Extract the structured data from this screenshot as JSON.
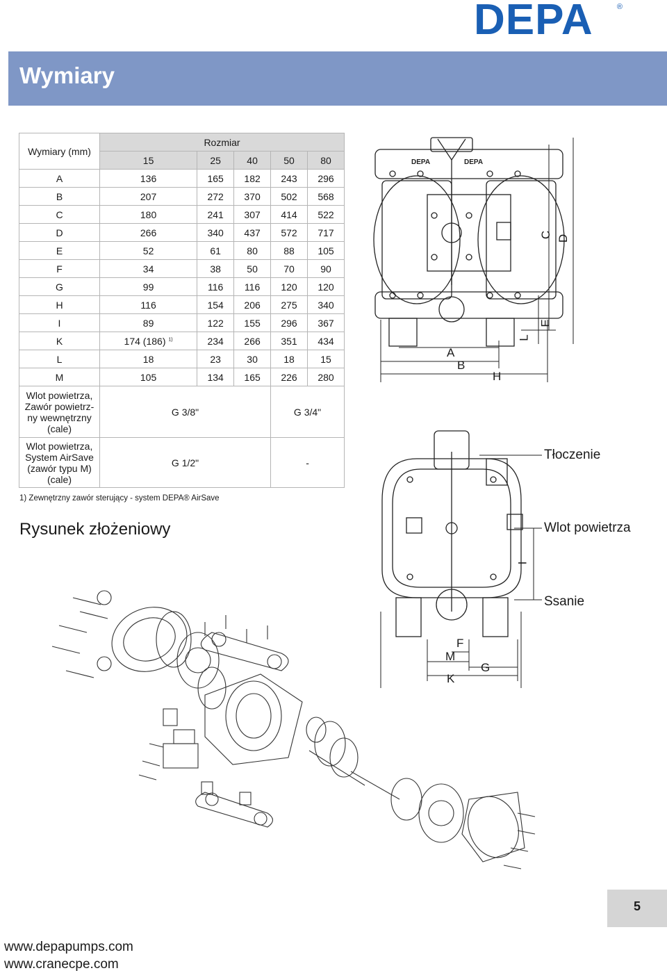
{
  "brand": {
    "name": "DEPA",
    "registered": "®",
    "color": "#1a5fb4"
  },
  "banner": {
    "title": "Wymiary",
    "color": "#7f97c6"
  },
  "table": {
    "corner_label": "Wymiary (mm)",
    "group_label": "Rozmiar",
    "sizes": [
      "15",
      "25",
      "40",
      "50",
      "80"
    ],
    "rows": [
      {
        "label": "A",
        "values": [
          "136",
          "165",
          "182",
          "243",
          "296"
        ]
      },
      {
        "label": "B",
        "values": [
          "207",
          "272",
          "370",
          "502",
          "568"
        ]
      },
      {
        "label": "C",
        "values": [
          "180",
          "241",
          "307",
          "414",
          "522"
        ]
      },
      {
        "label": "D",
        "values": [
          "266",
          "340",
          "437",
          "572",
          "717"
        ]
      },
      {
        "label": "E",
        "values": [
          "52",
          "61",
          "80",
          "88",
          "105"
        ]
      },
      {
        "label": "F",
        "values": [
          "34",
          "38",
          "50",
          "70",
          "90"
        ]
      },
      {
        "label": "G",
        "values": [
          "99",
          "116",
          "116",
          "120",
          "120"
        ]
      },
      {
        "label": "H",
        "values": [
          "116",
          "154",
          "206",
          "275",
          "340"
        ]
      },
      {
        "label": "I",
        "values": [
          "89",
          "122",
          "155",
          "296",
          "367"
        ]
      },
      {
        "label": "K",
        "values": [
          "174 (186)",
          "234",
          "266",
          "351",
          "434"
        ],
        "first_note": "1)"
      },
      {
        "label": "L",
        "values": [
          "18",
          "23",
          "30",
          "18",
          "15"
        ]
      },
      {
        "label": "M",
        "values": [
          "105",
          "134",
          "165",
          "226",
          "280"
        ]
      }
    ],
    "air_inlet_internal": {
      "label_lines": [
        "Wlot powietrza,",
        "Zawór powietrz-",
        "ny wewnętrzny",
        "(cale)"
      ],
      "small": "G 3/8\"",
      "large": "G 3/4\""
    },
    "air_inlet_airsave": {
      "label_lines": [
        "Wlot powietrza,",
        "System AirSave",
        "(zawór typu M)",
        "(cale)"
      ],
      "small": "G 1/2\"",
      "large": "-"
    }
  },
  "footnote": "1) Zewnętrzny zawór sterujący - system DEPA® AirSave",
  "assembly_title": "Rysunek złożeniowy",
  "front_view": {
    "body_labels": [
      "DEPA",
      "DEPA"
    ],
    "dims": [
      "A",
      "B",
      "H",
      "C",
      "D",
      "E",
      "L"
    ]
  },
  "side_view": {
    "callouts": [
      "Tłoczenie",
      "Wlot powietrza",
      "Ssanie"
    ],
    "dims": [
      "I",
      "F",
      "M",
      "G",
      "K"
    ]
  },
  "page_number": "5",
  "links": [
    "www.depapumps.com",
    "www.cranecpe.com"
  ]
}
